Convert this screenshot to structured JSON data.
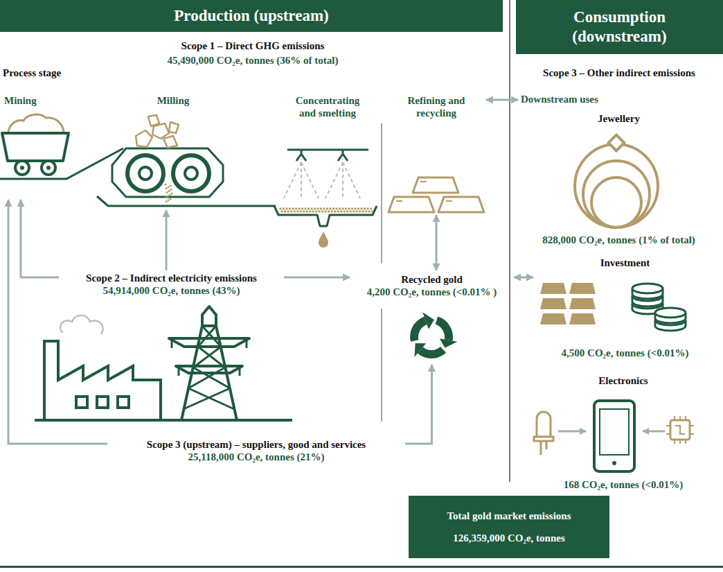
{
  "diagram": {
    "nodes": [
      {
        "text": [
          "Production (upstream)"
        ]
      },
      {
        "text": [
          "Consumption (downstream)"
        ]
      },
      {
        "text": [
          "Mining"
        ]
      },
      {
        "text": [
          "Milling"
        ]
      },
      {
        "text": [
          "Concentrating and smelting"
        ]
      },
      {
        "text": [
          "Refining and recycling"
        ]
      },
      {
        "text": [
          "Downstream uses"
        ]
      },
      {
        "text": [
          "Jewellery",
          "828,000 CO₂e, tonnes (1% of total)"
        ]
      },
      {
        "text": [
          "Investment",
          "4,500 CO₂e, tonnes (<0.01%)"
        ]
      },
      {
        "text": [
          "Scope 2 – Indirect electricity emissions",
          "54,914,000 CO₂e, tonnes (43%)"
        ]
      },
      {
        "text": [
          "Recycled gold",
          "4,200 CO₂e, tonnes (<0.01% )"
        ]
      },
      {
        "text": [
          "Electronics",
          "168 CO₂e, tonnes (<0.01%)"
        ]
      },
      {
        "text": [
          "Scope 3 (upstream) – suppliers, good and services",
          "25,118,000 CO₂e, tonnes (21%)"
        ]
      },
      {
        "text": [
          "Total gold market emissions",
          "126,359,000 CO₂e, tonnes"
        ]
      }
    ],
    "edges": [
      {
        "from": 9,
        "to": 2,
        "arrow": "to"
      },
      {
        "from": 9,
        "to": 3,
        "arrow": "to"
      },
      {
        "from": 9,
        "to": 10,
        "arrow": "to"
      },
      {
        "from": 12,
        "to": 2,
        "arrow": "to"
      },
      {
        "from": 12,
        "to": 10,
        "arrow": "to"
      },
      {
        "from": 5,
        "to": 6,
        "arrow": "both"
      },
      {
        "from": 5,
        "to": 10,
        "arrow": "both"
      },
      {
        "from": 10,
        "to": 8,
        "arrow": "both"
      }
    ],
    "labels": [
      "Scope 1 – Direct GHG emissions",
      "45,490,000 CO₂e, tonnes (36% of total)",
      "Process stage",
      "Scope 3 – Other indirect emissions"
    ]
  }
}
